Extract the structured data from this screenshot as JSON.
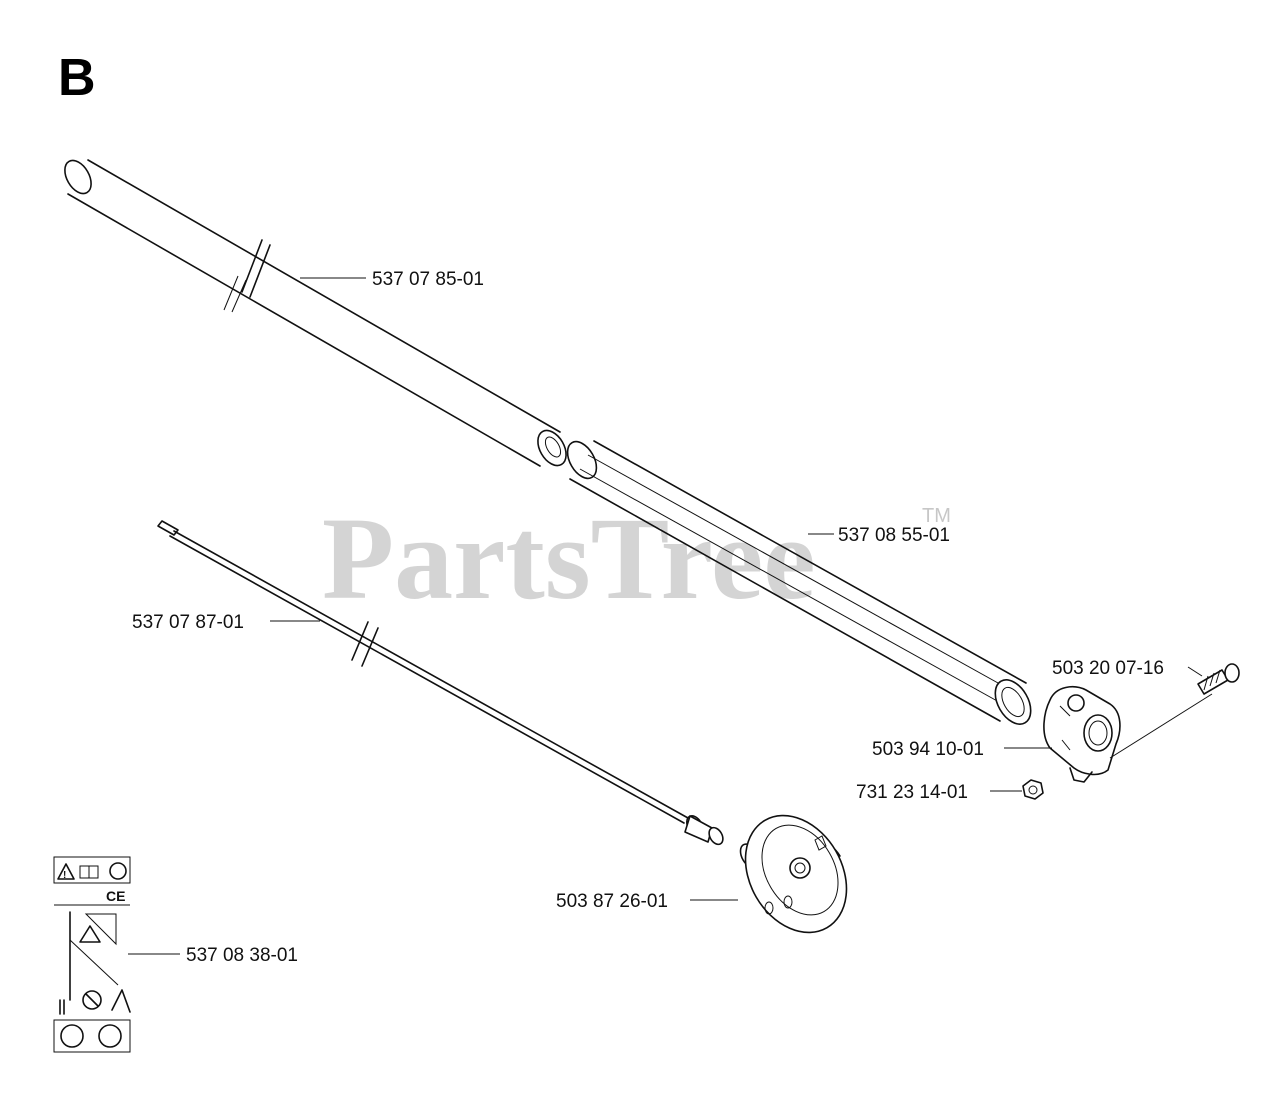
{
  "section": {
    "letter": "B"
  },
  "watermark": {
    "text": "PartsTree",
    "tm": "TM"
  },
  "parts": [
    {
      "id": "tube-outer",
      "number": "537 07 85-01"
    },
    {
      "id": "tube-sleeve",
      "number": "537 08 55-01"
    },
    {
      "id": "drive-shaft",
      "number": "537 07 87-01"
    },
    {
      "id": "screw",
      "number": "503 20 07-16"
    },
    {
      "id": "clamp",
      "number": "503 94 10-01"
    },
    {
      "id": "nut",
      "number": "731 23 14-01"
    },
    {
      "id": "clutch-drum",
      "number": "503 87 26-01"
    },
    {
      "id": "warning-decal",
      "number": "537 08 38-01"
    }
  ],
  "decal": {
    "mark": "CE"
  }
}
